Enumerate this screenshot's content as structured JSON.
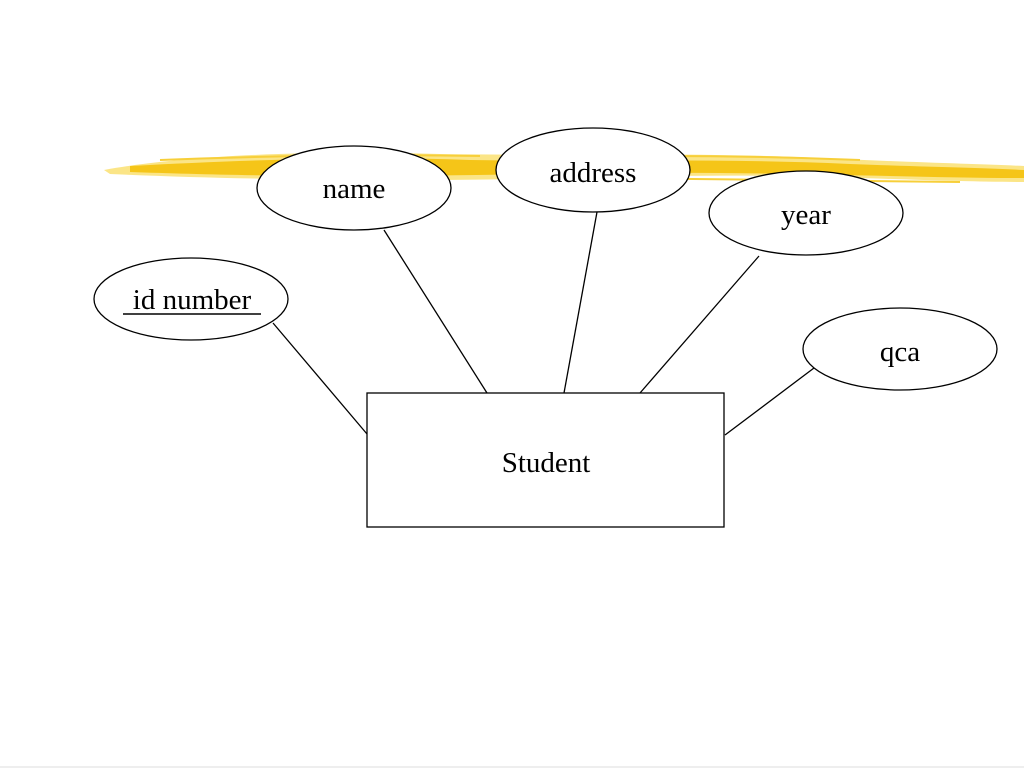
{
  "colors": {
    "highlight_main": "#f5c518",
    "highlight_light": "#fbe27a",
    "background": "#ffffff",
    "stroke": "#000000"
  },
  "diagram": {
    "entity": {
      "label": "Student"
    },
    "attributes": [
      {
        "id": "id-number",
        "label": "id number",
        "key": true
      },
      {
        "id": "name",
        "label": "name",
        "key": false
      },
      {
        "id": "address",
        "label": "address",
        "key": false
      },
      {
        "id": "year",
        "label": "year",
        "key": false
      },
      {
        "id": "qca",
        "label": "qca",
        "key": false
      }
    ]
  }
}
